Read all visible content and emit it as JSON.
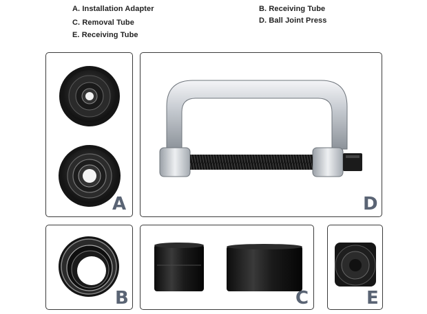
{
  "legend": {
    "a": "A. Installation Adapter",
    "b": "B. Receiving Tube",
    "c": "C. Removal Tube",
    "d": "D. Ball Joint Press",
    "e": "E. Receiving Tube"
  },
  "panels": {
    "a_letter": "A",
    "b_letter": "B",
    "c_letter": "C",
    "d_letter": "D",
    "e_letter": "E"
  },
  "colors": {
    "border": "#3a3a3a",
    "letter": "#5a6474",
    "metal_dark": "#1b1b1b",
    "chrome": "#c9cdd2"
  }
}
